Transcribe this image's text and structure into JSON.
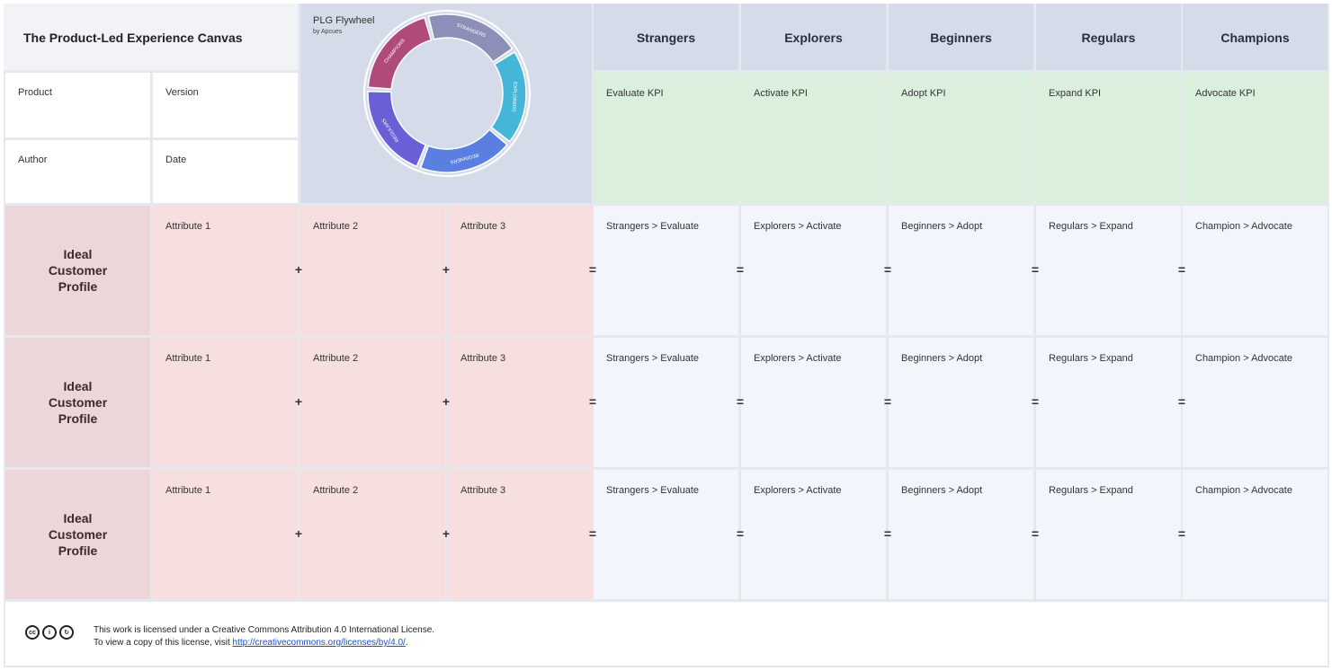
{
  "title": "The Product-Led Experience Canvas",
  "meta": {
    "product": "Product",
    "version": "Version",
    "author": "Author",
    "date": "Date"
  },
  "flywheel": {
    "title": "PLG Flywheel",
    "subtitle": "by Apcues",
    "segments": [
      {
        "label": "STRANGERS",
        "color": "#8e8fb8"
      },
      {
        "label": "EXPLORERS",
        "color": "#45b6d8"
      },
      {
        "label": "BEGINNERS",
        "color": "#5a7fe0"
      },
      {
        "label": "REGULARS",
        "color": "#6a5fd6"
      },
      {
        "label": "CHAMPIONS",
        "color": "#b04a7a"
      }
    ]
  },
  "stages": [
    "Strangers",
    "Explorers",
    "Beginners",
    "Regulars",
    "Champions"
  ],
  "kpis": [
    "Evaluate KPI",
    "Activate KPI",
    "Adopt KPI",
    "Expand KPI",
    "Advocate KPI"
  ],
  "rows": [
    {
      "icp": [
        "Ideal",
        "Customer",
        "Profile"
      ],
      "attributes": [
        "Attribute 1",
        "Attribute 2",
        "Attribute 3"
      ],
      "journey": [
        "Strangers > Evaluate",
        "Explorers > Activate",
        "Beginners > Adopt",
        "Regulars > Expand",
        "Champion > Advocate"
      ]
    },
    {
      "icp": [
        "Ideal",
        "Customer",
        "Profile"
      ],
      "attributes": [
        "Attribute 1",
        "Attribute 2",
        "Attribute 3"
      ],
      "journey": [
        "Strangers > Evaluate",
        "Explorers > Activate",
        "Beginners > Adopt",
        "Regulars > Expand",
        "Champion > Advocate"
      ]
    },
    {
      "icp": [
        "Ideal",
        "Customer",
        "Profile"
      ],
      "attributes": [
        "Attribute 1",
        "Attribute 2",
        "Attribute 3"
      ],
      "journey": [
        "Strangers > Evaluate",
        "Explorers > Activate",
        "Beginners > Adopt",
        "Regulars > Expand",
        "Champion > Advocate"
      ]
    }
  ],
  "operators": {
    "plus": "+",
    "equals": "="
  },
  "footer": {
    "cc_icons": [
      "cc-icon",
      "by-icon",
      "sa-icon"
    ],
    "cc_glyphs": [
      "cc",
      "i",
      "↻"
    ],
    "line1": "This work is licensed under a Creative Commons Attribution 4.0 International License.",
    "line2_prefix": "To view a copy of this license, visit ",
    "link": "http://creativecommons.org/licenses/by/4.0/",
    "line2_suffix": "."
  }
}
